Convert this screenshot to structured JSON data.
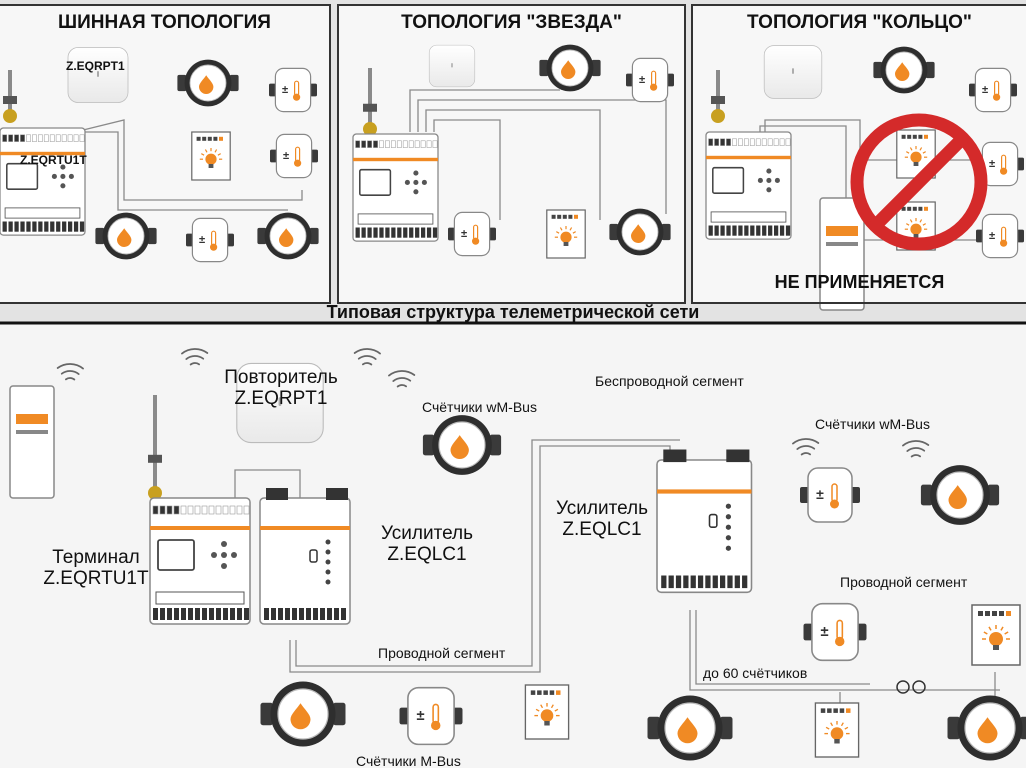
{
  "panels": {
    "bus": {
      "title": "ШИННАЯ ТОПОЛОГИЯ",
      "repeater_label": "Z.EQRPT1",
      "terminal_label": "Z.EQRTU1T"
    },
    "star": {
      "title": "ТОПОЛОГИЯ \"ЗВЕЗДА\""
    },
    "ring": {
      "title": "ТОПОЛОГИЯ \"КОЛЬЦО\"",
      "not_applicable": "НЕ ПРИМЕНЯЕТСЯ"
    }
  },
  "section_title": "Типовая структура телеметрической сети",
  "main": {
    "repeater_line1": "Повторитель",
    "repeater_line2": "Z.EQRPT1",
    "terminal_line1": "Терминал",
    "terminal_line2": "Z.EQRTU1T",
    "amplifier1_line1": "Усилитель",
    "amplifier1_line2": "Z.EQLC1",
    "amplifier2_line1": "Усилитель",
    "amplifier2_line2": "Z.EQLC1",
    "wireless_segment": "Беспроводной сегмент",
    "wmbus_meters_left": "Счётчики wM-Bus",
    "wmbus_meters_right": "Счётчики wM-Bus",
    "wired_segment_left": "Проводной сегмент",
    "wired_segment_right": "Проводной сегмент",
    "mbus_meters": "Счётчики M-Bus",
    "up_to_60": "до 60 счётчиков"
  },
  "colors": {
    "accent": "#f08a24",
    "accent_dark": "#d86a10",
    "prohibited": "#d42a2a",
    "wire": "#7a7a7a",
    "frame": "#333333"
  }
}
